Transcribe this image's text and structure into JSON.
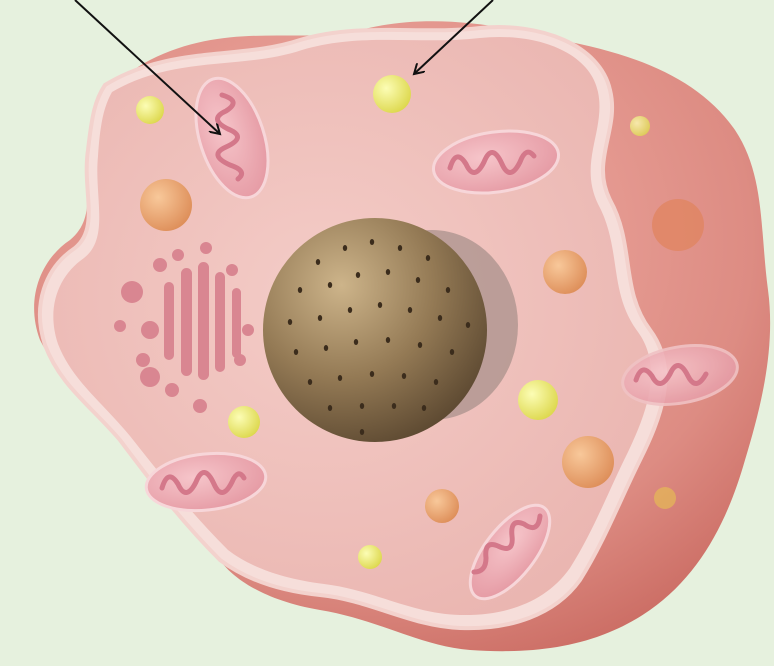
{
  "diagram": {
    "subject": "animal-cell-cutaway",
    "labels": [],
    "colors": {
      "background": "#E6F1DE",
      "cytoplasm": "#EEC2BE",
      "membrane_outer": "#D9827A",
      "membrane_edge": "#F6E1DC",
      "nucleus": "#8A7250",
      "mitochondrion": "#E8A6AE",
      "golgi": "#D98691",
      "vesicle_yellow": "#F1F07A",
      "vesicle_orange": "#EDA772",
      "arrow": "#111111"
    },
    "pointers": [
      {
        "id": "arrow-left",
        "target": "mitochondrion"
      },
      {
        "id": "arrow-right",
        "target": "vesicle"
      }
    ]
  }
}
